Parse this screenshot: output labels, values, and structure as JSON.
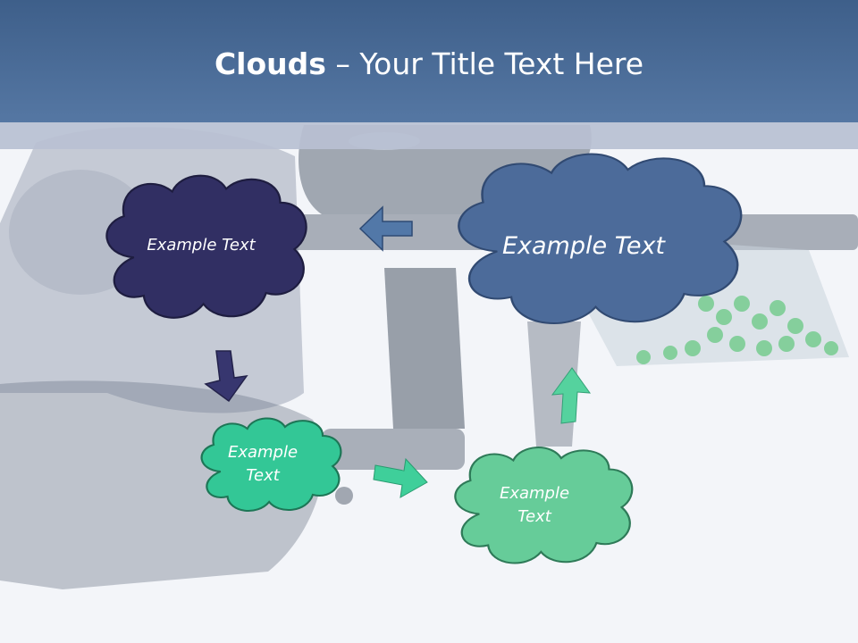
{
  "slide": {
    "title_bold": "Clouds",
    "title_rest": " – Your Title Text Here"
  },
  "clouds": [
    {
      "id": "top-left",
      "text": "Example Text",
      "fill": "#312f63"
    },
    {
      "id": "top-right",
      "text": "Example Text",
      "fill": "#4c6b9a"
    },
    {
      "id": "middle-left",
      "text": "Example\nText",
      "fill": "#33c796"
    },
    {
      "id": "bottom-right",
      "text": "Example\nText",
      "fill": "#66cc99"
    }
  ],
  "arrows": [
    {
      "id": "arrow-left",
      "direction": "left",
      "color": "#5278a8"
    },
    {
      "id": "arrow-down",
      "direction": "down",
      "color": "#37366f"
    },
    {
      "id": "arrow-right",
      "direction": "right",
      "color": "#3fcf9a"
    },
    {
      "id": "arrow-up",
      "direction": "up",
      "color": "#55d29e"
    }
  ],
  "colors": {
    "header": "#4a6b97",
    "strip": "#b8c0d2",
    "background": "#f3f5f9"
  }
}
